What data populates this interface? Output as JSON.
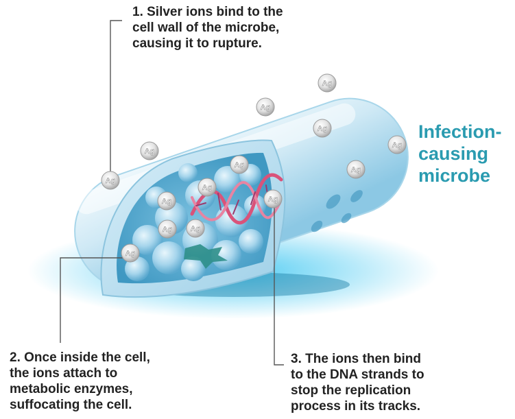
{
  "callouts": {
    "cell_wall": [
      "1. Silver ions bind to the",
      "cell wall of the microbe,",
      "causing it to rupture."
    ],
    "enzymes": [
      "2. Once inside the cell,",
      "the ions attach to",
      "metabolic  enzymes,",
      "suffocating the cell."
    ],
    "dna": [
      "3. The ions then bind",
      "to the DNA strands to",
      "stop the replication",
      "process in its tracks."
    ]
  },
  "microbe_label": [
    "Infection-",
    "causing",
    "microbe"
  ],
  "ion_symbol": "Ag",
  "colors": {
    "text": "#222222",
    "microbe_label": "#2a9bb0",
    "leader_line": "#555555",
    "shell_light": "#eaf6fc",
    "shell_mid": "#bfe2f2",
    "shell_dark": "#8cc8e4",
    "interior": "#5aaed3",
    "glow": "#33c3f0",
    "dna_strand": "#d9537a",
    "ion": "#e2e2e2"
  }
}
